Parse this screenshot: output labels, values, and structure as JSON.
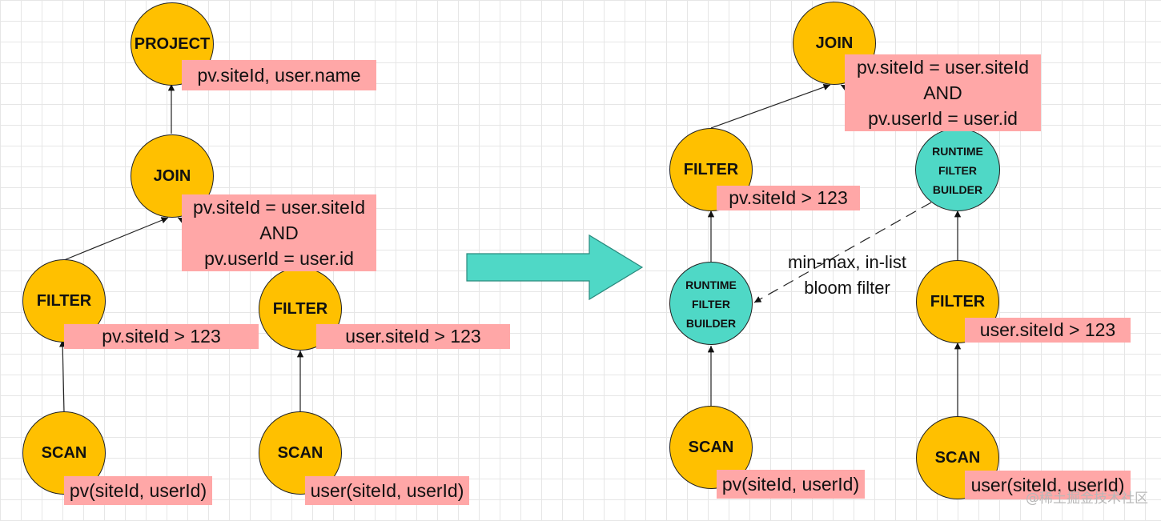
{
  "left": {
    "project": {
      "title": "PROJECT",
      "label": "pv.siteId, user.name"
    },
    "join": {
      "title": "JOIN",
      "cond": [
        "pv.siteId = user.siteId",
        "AND",
        "pv.userId = user.id"
      ]
    },
    "filter_pv": {
      "title": "FILTER",
      "label": "pv.siteId > 123"
    },
    "filter_user": {
      "title": "FILTER",
      "label": "user.siteId > 123"
    },
    "scan_pv": {
      "title": "SCAN",
      "label": "pv(siteId, userId)"
    },
    "scan_user": {
      "title": "SCAN",
      "label": "user(siteId, userId)"
    }
  },
  "right": {
    "join": {
      "title": "JOIN",
      "cond": [
        "pv.siteId = user.siteId",
        "AND",
        "pv.userId = user.id"
      ]
    },
    "filter_pv": {
      "title": "FILTER",
      "label": "pv.siteId > 123"
    },
    "rf_builder_top": {
      "lines": [
        "RUNTIME",
        "FILTER",
        "BUILDER"
      ]
    },
    "rf_builder_bottom": {
      "lines": [
        "RUNTIME",
        "FILTER",
        "BUILDER"
      ]
    },
    "filter_user": {
      "title": "FILTER",
      "label": "user.siteId > 123"
    },
    "scan_pv": {
      "title": "SCAN",
      "label": "pv(siteId, userId)"
    },
    "scan_user": {
      "title": "SCAN",
      "label": "user(siteId, userId)"
    },
    "push_note": [
      "min-max, in-list",
      "bloom filter"
    ]
  },
  "watermark": "@稀土掘金技术社区",
  "colors": {
    "operator": "#ffc000",
    "runtime_filter": "#4fd8c6",
    "label": "#ffa7a7",
    "arrow": "#4fd8c6"
  }
}
